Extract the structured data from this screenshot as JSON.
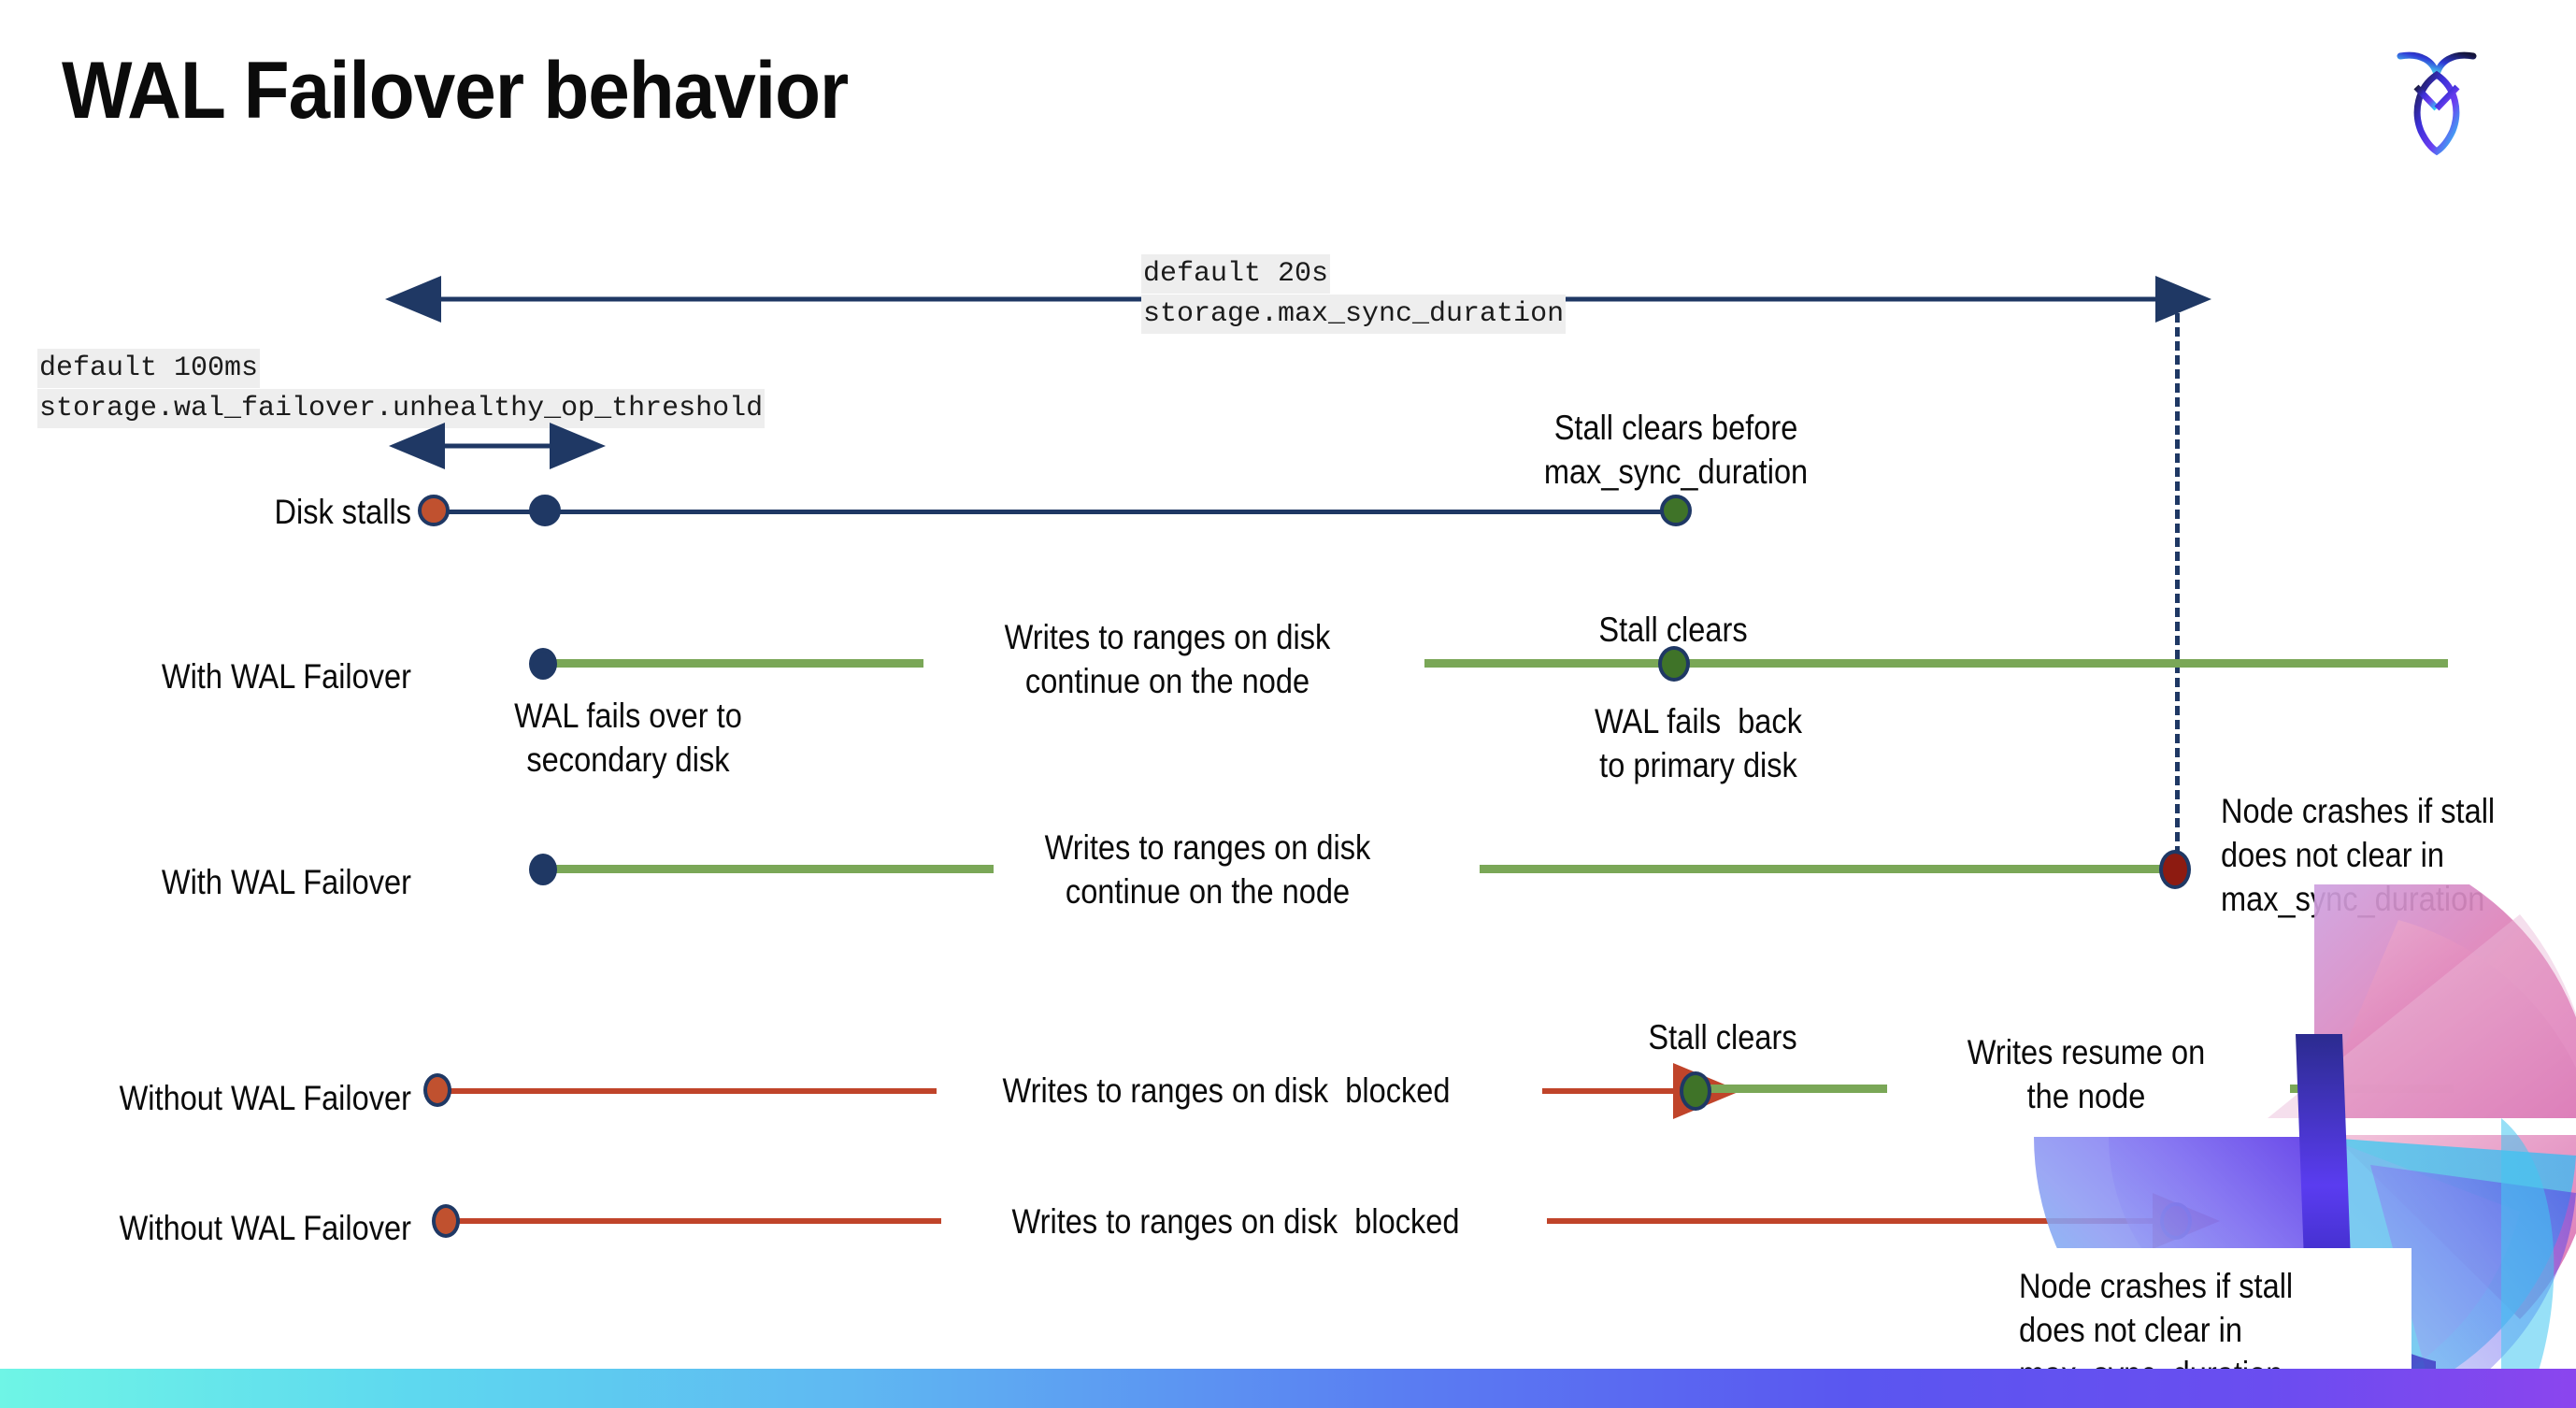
{
  "slide": {
    "title": "WAL Failover behavior",
    "logo_name": "cockroachdb-logo"
  },
  "annotations": {
    "max_sync": {
      "default": "default 20s",
      "setting": "storage.max_sync_duration"
    },
    "unhealthy": {
      "default": "default 100ms",
      "setting": "storage.wal_failover.unhealthy_op_threshold"
    }
  },
  "rows": [
    {
      "id": "disk-stalls",
      "label": "Disk stalls",
      "notes": [
        "Stall clears before\nmax_sync_duration"
      ]
    },
    {
      "id": "with-wal-failover-clears",
      "label": "With WAL Failover",
      "notes": [
        "WAL fails over to\nsecondary disk",
        "Writes to ranges on disk\ncontinue on the node",
        "Stall clears",
        "WAL fails  back\nto primary disk"
      ]
    },
    {
      "id": "with-wal-failover-crash",
      "label": "With WAL Failover",
      "notes": [
        "Writes to ranges on disk\ncontinue on the node",
        "Node crashes if stall\ndoes not clear in\nmax_sync_duration"
      ]
    },
    {
      "id": "without-wal-failover-clears",
      "label": "Without WAL Failover",
      "notes": [
        "Writes to ranges on disk  blocked",
        "Stall clears",
        "Writes resume on\nthe node"
      ]
    },
    {
      "id": "without-wal-failover-crash",
      "label": "Without WAL Failover",
      "notes": [
        "Writes to ranges on disk  blocked",
        "Node crashes if stall\ndoes not clear in\nmax_sync_duration"
      ]
    }
  ],
  "colors": {
    "navy": "#1f3864",
    "green_line": "#7aa757",
    "green_dot": "#3f7328",
    "red_line": "#c0442a",
    "orange_dot": "#c0512f",
    "dark_red_dot": "#8d1b11",
    "code_bg": "#eeeeee"
  }
}
